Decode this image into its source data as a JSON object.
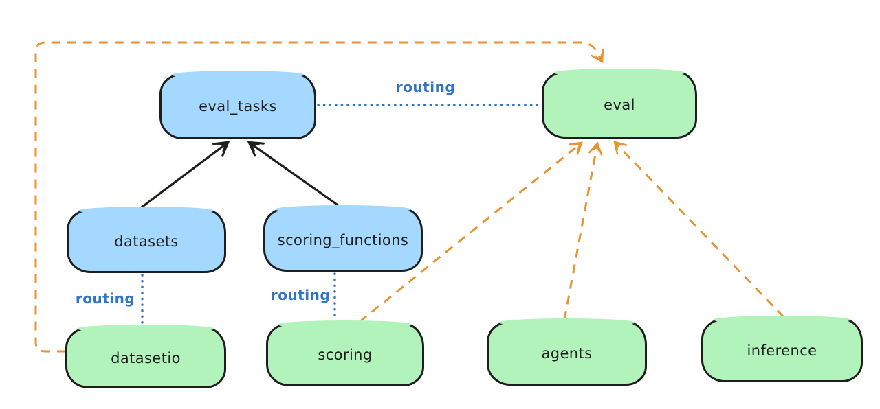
{
  "nodes": {
    "eval_tasks": {
      "label": "eval_tasks",
      "fill": "#a5d8ff"
    },
    "eval": {
      "label": "eval",
      "fill": "#b2f2bb"
    },
    "datasets": {
      "label": "datasets",
      "fill": "#a5d8ff"
    },
    "scoring_functions": {
      "label": "scoring_functions",
      "fill": "#a5d8ff"
    },
    "datasetio": {
      "label": "datasetio",
      "fill": "#b2f2bb"
    },
    "scoring": {
      "label": "scoring",
      "fill": "#b2f2bb"
    },
    "agents": {
      "label": "agents",
      "fill": "#b2f2bb"
    },
    "inference": {
      "label": "inference",
      "fill": "#b2f2bb"
    }
  },
  "edges": [
    {
      "from": "datasets",
      "to": "eval_tasks",
      "style": "solid",
      "arrow": true,
      "color": "#1e1e1e",
      "label": ""
    },
    {
      "from": "scoring_functions",
      "to": "eval_tasks",
      "style": "solid",
      "arrow": true,
      "color": "#1e1e1e",
      "label": ""
    },
    {
      "from": "eval_tasks",
      "to": "eval",
      "style": "dotted",
      "arrow": false,
      "color": "#2f74c8",
      "label": "routing"
    },
    {
      "from": "datasets",
      "to": "datasetio",
      "style": "dotted",
      "arrow": false,
      "color": "#2f74c8",
      "label": "routing"
    },
    {
      "from": "scoring_functions",
      "to": "scoring",
      "style": "dotted",
      "arrow": false,
      "color": "#2f74c8",
      "label": "routing"
    },
    {
      "from": "datasetio",
      "to": "eval",
      "style": "dashed",
      "arrow": true,
      "color": "#e8932f",
      "label": ""
    },
    {
      "from": "scoring",
      "to": "eval",
      "style": "dashed",
      "arrow": true,
      "color": "#e8932f",
      "label": ""
    },
    {
      "from": "agents",
      "to": "eval",
      "style": "dashed",
      "arrow": true,
      "color": "#e8932f",
      "label": ""
    },
    {
      "from": "inference",
      "to": "eval",
      "style": "dashed",
      "arrow": true,
      "color": "#e8932f",
      "label": ""
    }
  ],
  "colors": {
    "background": "#ffffff",
    "node_stroke": "#1e1e1e",
    "blue_fill": "#a5d8ff",
    "green_fill": "#b2f2bb",
    "routing_blue": "#2f74c8",
    "orange": "#e8932f"
  }
}
